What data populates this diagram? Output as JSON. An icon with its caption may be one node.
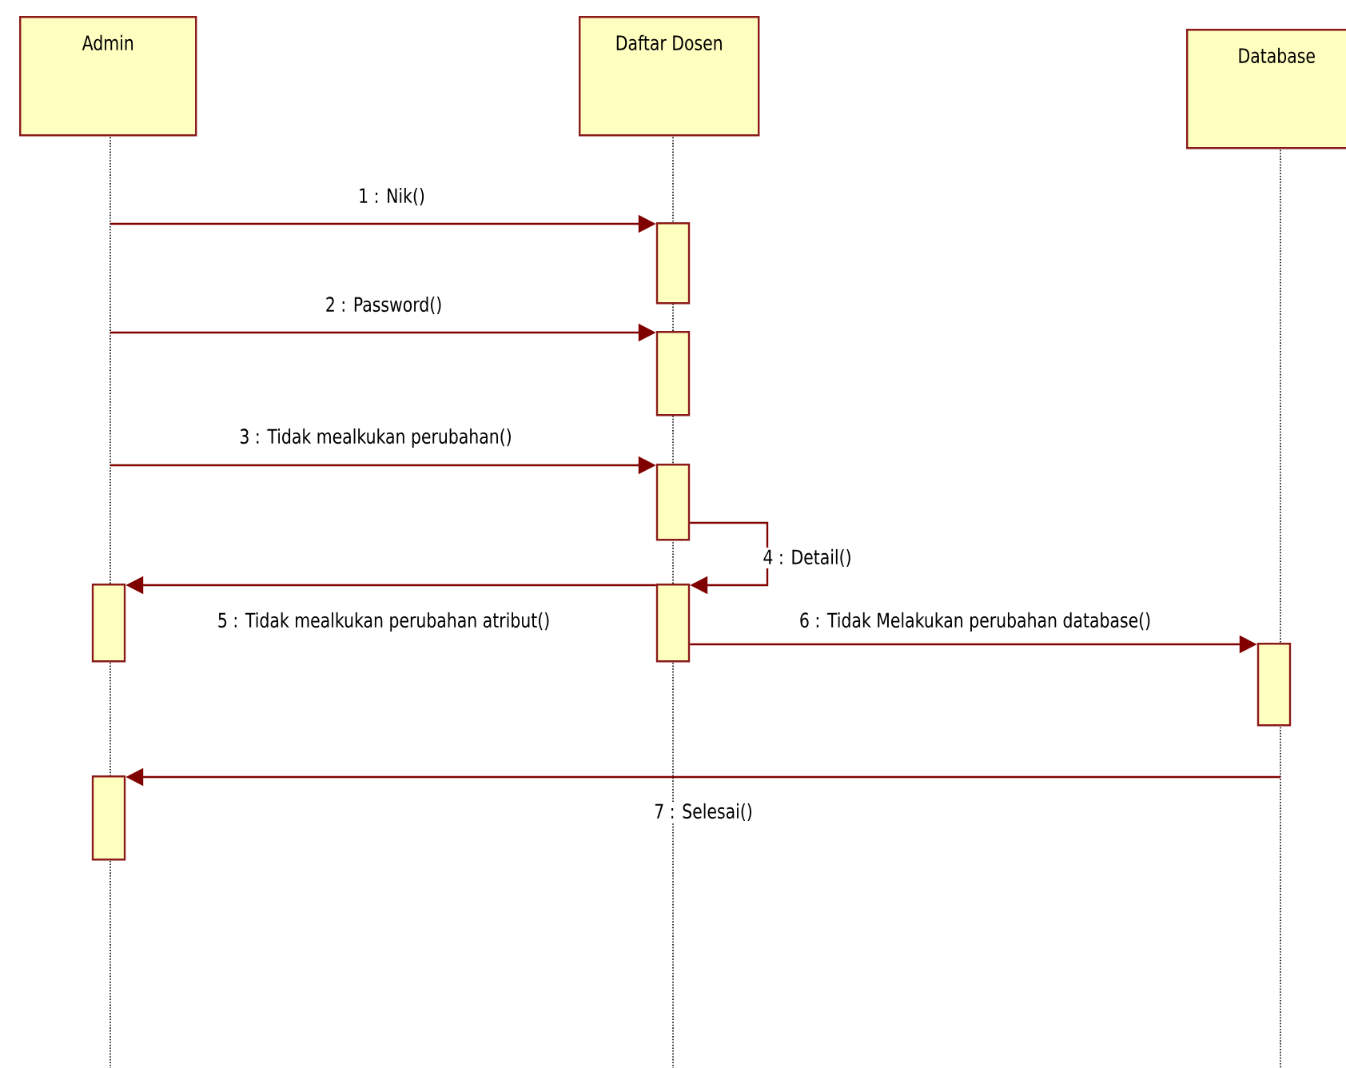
{
  "diagram": {
    "nodes": [
      {
        "text": [
          "Admin"
        ]
      },
      {
        "text": [
          "Daftar Dosen"
        ]
      },
      {
        "text": [
          "Database"
        ]
      },
      {
        "text": [],
        "shape": "bar"
      },
      {
        "text": [],
        "shape": "bar"
      },
      {
        "text": [],
        "shape": "bar"
      },
      {
        "text": [],
        "shape": "bar"
      },
      {
        "text": [],
        "shape": "bar"
      },
      {
        "text": [],
        "shape": "bar"
      },
      {
        "text": [],
        "shape": "bar"
      }
    ],
    "edges": [
      {
        "from": null,
        "to": 3,
        "arrow": "to",
        "label": "1 : Nik()"
      },
      {
        "from": null,
        "to": 4,
        "arrow": "to",
        "label": "2 : Password()"
      },
      {
        "from": null,
        "to": 5,
        "arrow": "to",
        "label": "3 : Tidak mealkukan perubahan()"
      },
      {
        "from": 5,
        "to": 6,
        "arrow": "to",
        "label": "4 : Detail()"
      },
      {
        "from": 6,
        "to": 7,
        "arrow": "to",
        "label": "5 : Tidak mealkukan perubahan atribut()"
      },
      {
        "from": 6,
        "to": 8,
        "arrow": "to",
        "label": "6 : Tidak Melakukan perubahan database()"
      },
      {
        "from": null,
        "to": 9,
        "arrow": "to",
        "label": "7 : Selesai()"
      }
    ]
  }
}
